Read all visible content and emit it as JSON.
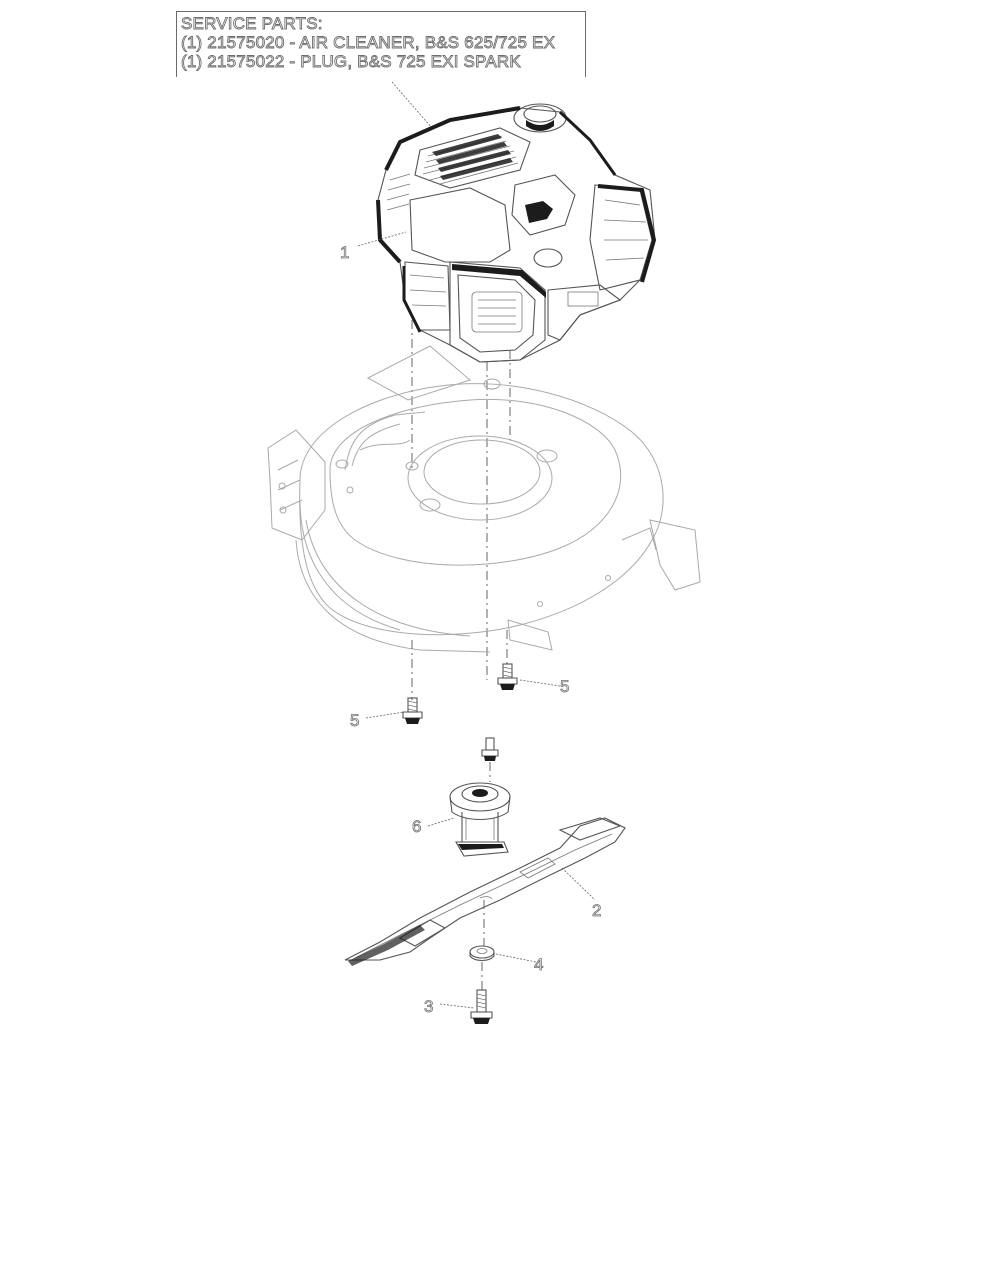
{
  "service_parts": {
    "title": "SERVICE PARTS:",
    "lines": [
      "(1) 21575020 - AIR CLEANER, B&S 625/725 EX",
      "(1) 21575022 - PLUG, B&S 725 EXI SPARK"
    ]
  },
  "callouts": {
    "engine": "1",
    "blade": "2",
    "blade_bolt": "3",
    "washer": "4",
    "mount_bolt_right": "5",
    "mount_bolt_left": "5",
    "blade_adapter": "6"
  }
}
